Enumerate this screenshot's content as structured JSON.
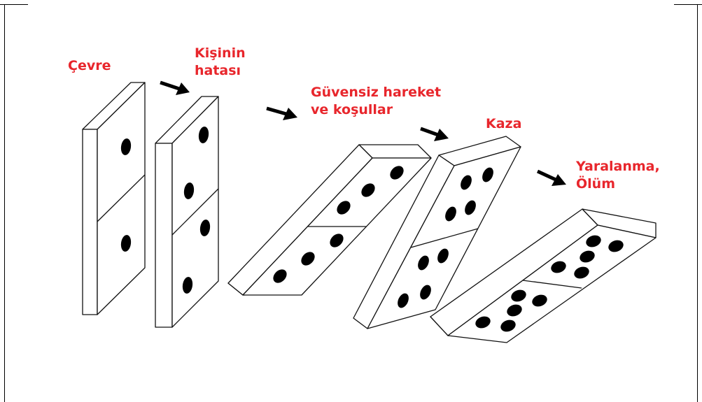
{
  "labels": {
    "l1": "Çevre",
    "l2_line1": "Kişinin",
    "l2_line2": "hatası",
    "l3_line1": "Güvensiz hareket",
    "l3_line2": "ve koşullar",
    "l4": "Kaza",
    "l5_line1": "Yaralanma,",
    "l5_line2": "Ölüm"
  },
  "colors": {
    "label": "#e8262c",
    "domino_face": "#ffffff",
    "pip": "#000000",
    "outline": "#111111"
  },
  "dominoes": [
    {
      "position": 1,
      "pips": [
        1,
        1
      ]
    },
    {
      "position": 2,
      "pips": [
        2,
        2
      ]
    },
    {
      "position": 3,
      "pips": [
        3,
        3
      ]
    },
    {
      "position": 4,
      "pips": [
        4,
        4
      ]
    },
    {
      "position": 5,
      "pips": [
        5,
        5
      ]
    }
  ]
}
